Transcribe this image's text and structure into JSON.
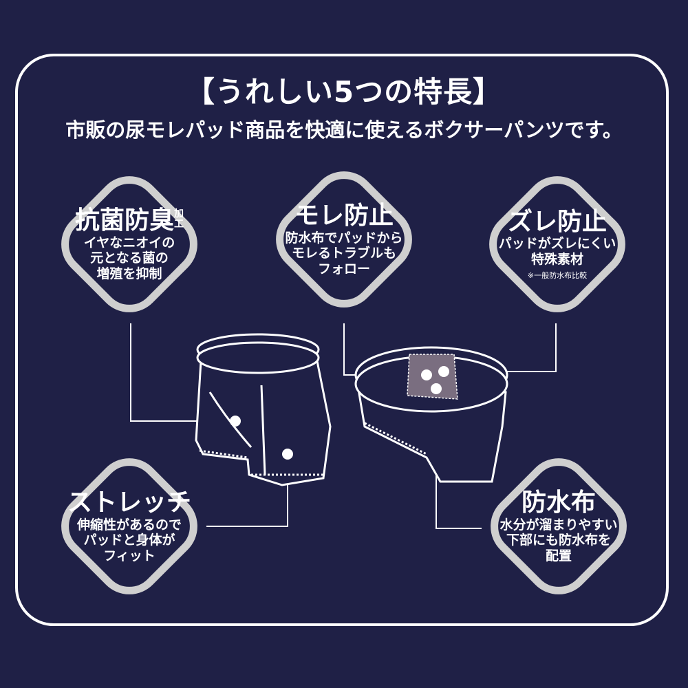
{
  "title": "【うれしい5つの特長】",
  "subtitle": "市販の尿モレパッド商品を快適に使えるボクサーパンツです。",
  "features": [
    {
      "heading": "抗菌防臭",
      "suffix": "加工",
      "lines": [
        "イヤなニオイの",
        "元となる菌の",
        "増殖を抑制"
      ]
    },
    {
      "heading": "モレ防止",
      "lines": [
        "防水布でパッドから",
        "モレるトラブルも",
        "フォロー"
      ]
    },
    {
      "heading": "ズレ防止",
      "lines": [
        "パッドがズレにくい",
        "特殊素材"
      ],
      "note": "※一般防水布比較"
    },
    {
      "heading": "ストレッチ",
      "lines": [
        "伸縮性があるので",
        "パッドと身体が",
        "フィット"
      ]
    },
    {
      "heading": "防水布",
      "lines": [
        "水分が溜まりやすい",
        "下部にも防水布を",
        "配置"
      ]
    }
  ],
  "colors": {
    "background": "#1f2046",
    "badge_border": "#cfcfcf",
    "pad": "#7a6e80"
  }
}
